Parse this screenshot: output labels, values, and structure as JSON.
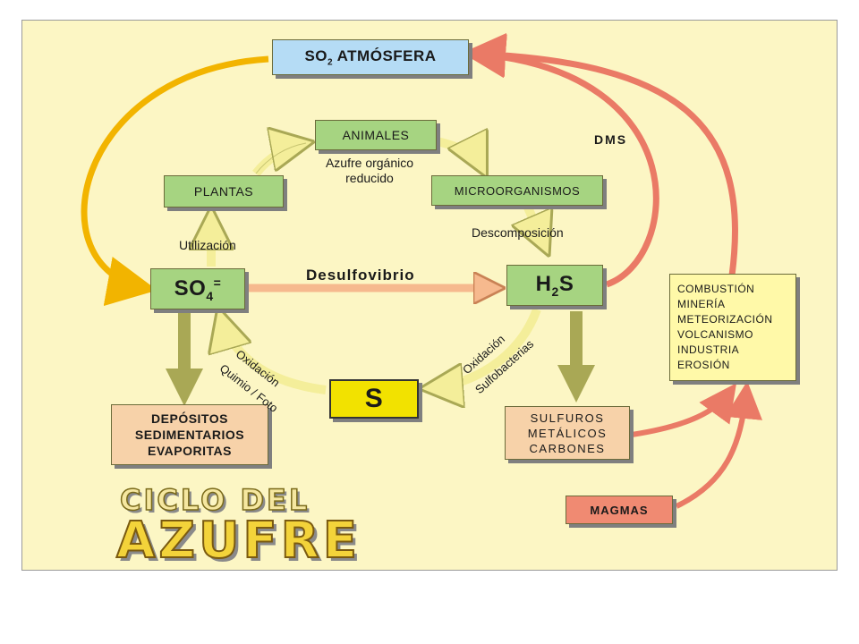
{
  "title": {
    "line1": "CICLO DEL",
    "line2": "AZUFRE"
  },
  "nodes": {
    "so2_atmosfera": {
      "main": "SO",
      "sub": "2",
      "rest": " ATMÓSFERA"
    },
    "animales": "ANIMALES",
    "plantas": "PLANTAS",
    "microorganismos": "MICROORGANISMOS",
    "so4": {
      "main": "SO",
      "sub": "4",
      "sup": "="
    },
    "h2s": {
      "pre": "H",
      "sub": "2",
      "post": "S"
    },
    "s": "S",
    "depositos": [
      "DEPÓSITOS",
      "SEDIMENTARIOS",
      "EVAPORITAS"
    ],
    "sulfuros": [
      "SULFUROS",
      "METÁLICOS",
      "CARBONES"
    ],
    "sources": [
      "COMBUSTIÓN",
      "MINERÍA",
      "METEORIZACIÓN",
      "VOLCANISMO",
      "INDUSTRIA",
      "EROSIÓN"
    ],
    "magmas": "MAGMAS"
  },
  "labels": {
    "azufre_organico": [
      "Azufre orgánico",
      "reducido"
    ],
    "utilizacion": "Utilización",
    "descomposicion": "Descomposición",
    "desulfovibrio": "Desulfovibrio",
    "dms": "DMS",
    "oxidacion_left": "Oxidación",
    "quimio_foto": "Quimio / Foto",
    "oxidacion_right": "Oxidación",
    "sulfobacterias": "Sulfobacterias"
  },
  "colors": {
    "background": "#fcf6c4",
    "green_box": "#a6d481",
    "yellow_arrow": "#f2b400",
    "salmon_arrow": "#ea7a66",
    "olive_arrow": "#a9a855"
  }
}
